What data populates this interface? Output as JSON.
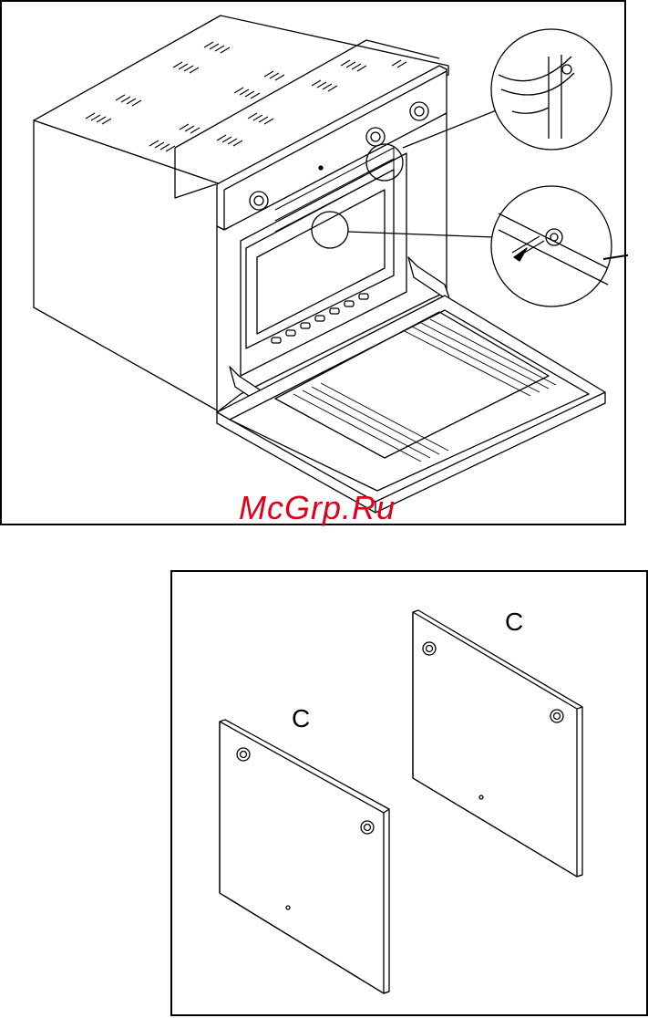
{
  "watermark": {
    "text": "McGrp.Ru",
    "color": "#e0001b"
  },
  "panels": {
    "left_label": "C",
    "right_label": "C"
  }
}
